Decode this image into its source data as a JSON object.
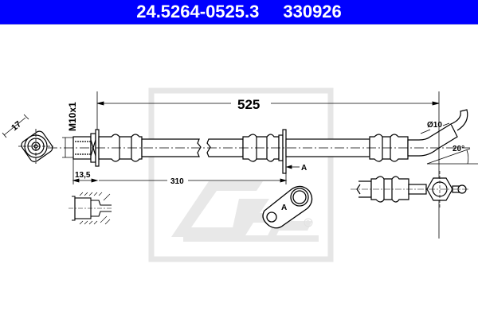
{
  "header": {
    "part_number": "24.5264-0525.3",
    "reference_number": "330926",
    "background_color": "#0000ff",
    "text_color": "#ffffff"
  },
  "drawing": {
    "watermark": "Ate",
    "watermark_symbol": "®",
    "dimensions": {
      "total_length": "525",
      "bracket_position": "310",
      "fitting_length": "13,5",
      "thread": "M10x1",
      "wrench_size": "17",
      "end_diameter": "Ø10",
      "bend_angle": "20°"
    },
    "labels": {
      "section_marker": "A",
      "bracket_detail_label": "A"
    }
  }
}
